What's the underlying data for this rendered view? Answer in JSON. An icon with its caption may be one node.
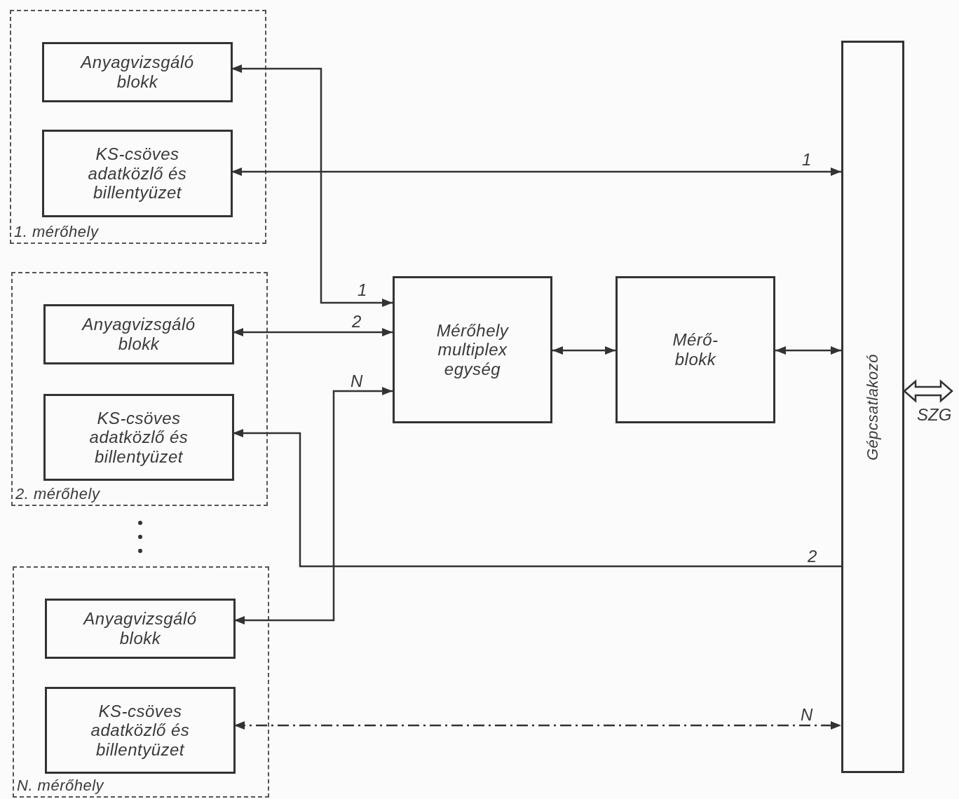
{
  "diagram": {
    "nodes": [
      {
        "text": [
          "1. mérőhely"
        ]
      },
      {
        "text": [
          "Anyagvizsgáló blokk"
        ],
        "in": 0
      },
      {
        "text": [
          "KS-csöves adatközlő és billentyüzet"
        ],
        "in": 0
      },
      {
        "text": [
          "2. mérőhely"
        ]
      },
      {
        "text": [
          "Anyagvizsgáló blokk"
        ],
        "in": 3
      },
      {
        "text": [
          "KS-csöves adatközlő és billentyüzet"
        ],
        "in": 3
      },
      {
        "text": [
          "N. mérőhely"
        ]
      },
      {
        "text": [
          "Anyagvizsgáló blokk"
        ],
        "in": 6
      },
      {
        "text": [
          "KS-csöves adatközlő és billentyüzet"
        ],
        "in": 6
      },
      {
        "text": [
          "Mérőhely multiplex egység"
        ]
      },
      {
        "text": [
          "Mérő-blokk"
        ]
      },
      {
        "text": [
          "Gépcsatlakozó"
        ]
      }
    ],
    "edges": [
      {
        "from": 1,
        "to": 9,
        "arrow": "both",
        "label": "1"
      },
      {
        "from": 2,
        "to": 11,
        "arrow": "both",
        "label": "1"
      },
      {
        "from": 4,
        "to": 9,
        "arrow": "both",
        "label": "2"
      },
      {
        "from": 7,
        "to": 9,
        "arrow": "both",
        "label": "N"
      },
      {
        "from": 11,
        "to": 5,
        "arrow": "to",
        "label": "2"
      },
      {
        "from": 8,
        "to": 11,
        "arrow": "both",
        "label": "N",
        "style": "dashed"
      },
      {
        "from": 9,
        "to": 10,
        "arrow": "both"
      },
      {
        "from": 10,
        "to": 11,
        "arrow": "both"
      },
      {
        "from": 11,
        "to": null,
        "arrow": "both",
        "label": "SZG",
        "style": "thick"
      }
    ]
  }
}
